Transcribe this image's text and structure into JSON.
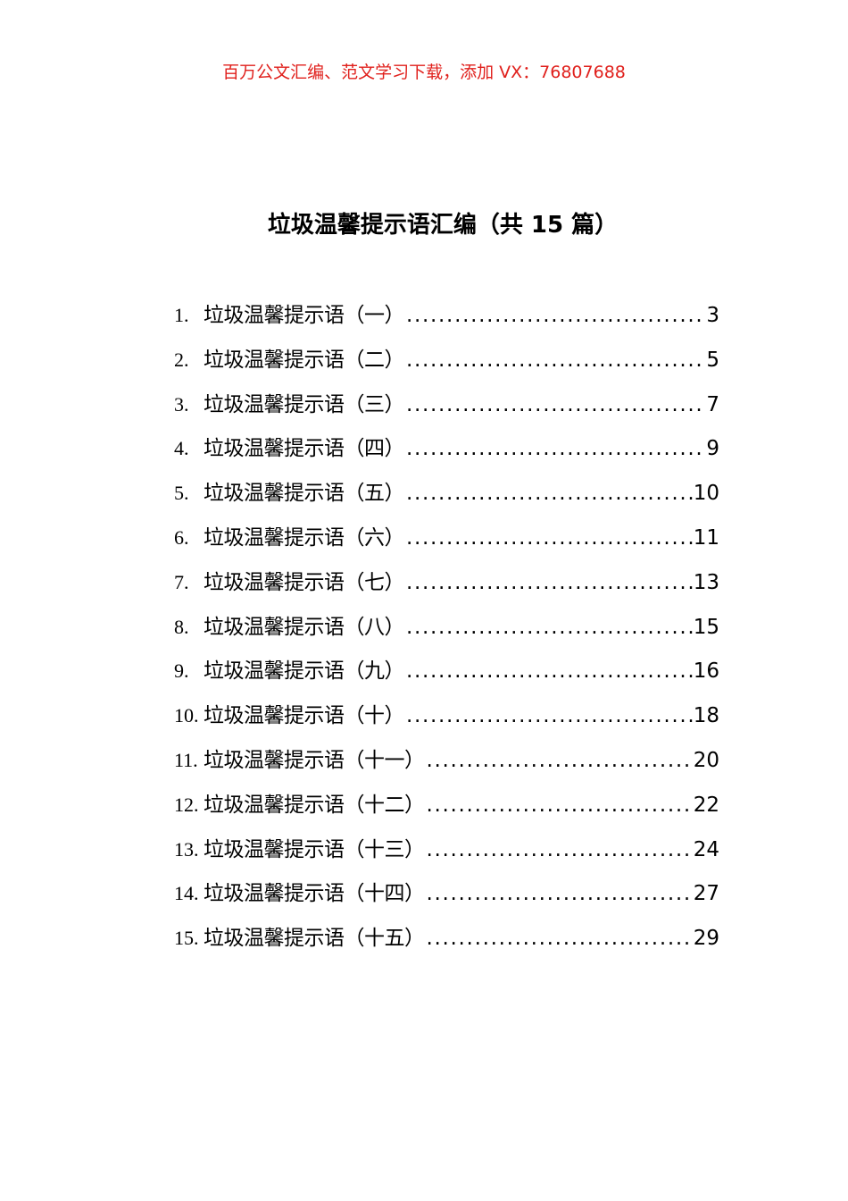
{
  "header_note": {
    "text": "百万公文汇编、范文学习下载，添加 VX：76807688",
    "color": "#e0201c"
  },
  "document": {
    "title": "垃圾温馨提示语汇编（共 15 篇）"
  },
  "toc": {
    "items": [
      {
        "number": "1.",
        "title": "垃圾温馨提示语（一）",
        "page": "3"
      },
      {
        "number": "2.",
        "title": "垃圾温馨提示语（二）",
        "page": "5"
      },
      {
        "number": "3.",
        "title": "垃圾温馨提示语（三）",
        "page": "7"
      },
      {
        "number": "4.",
        "title": "垃圾温馨提示语（四）",
        "page": "9"
      },
      {
        "number": "5.",
        "title": "垃圾温馨提示语（五）",
        "page": "10"
      },
      {
        "number": "6.",
        "title": "垃圾温馨提示语（六）",
        "page": "11"
      },
      {
        "number": "7.",
        "title": "垃圾温馨提示语（七）",
        "page": "13"
      },
      {
        "number": "8.",
        "title": "垃圾温馨提示语（八）",
        "page": "15"
      },
      {
        "number": "9.",
        "title": "垃圾温馨提示语（九）",
        "page": "16"
      },
      {
        "number": "10.",
        "title": "垃圾温馨提示语（十）",
        "page": "18"
      },
      {
        "number": "11.",
        "title": "垃圾温馨提示语（十一）",
        "page": "20"
      },
      {
        "number": "12.",
        "title": "垃圾温馨提示语（十二）",
        "page": "22"
      },
      {
        "number": "13.",
        "title": "垃圾温馨提示语（十三）",
        "page": "24"
      },
      {
        "number": "14.",
        "title": "垃圾温馨提示语（十四）",
        "page": "27"
      },
      {
        "number": "15.",
        "title": "垃圾温馨提示语（十五）",
        "page": "29"
      }
    ]
  }
}
